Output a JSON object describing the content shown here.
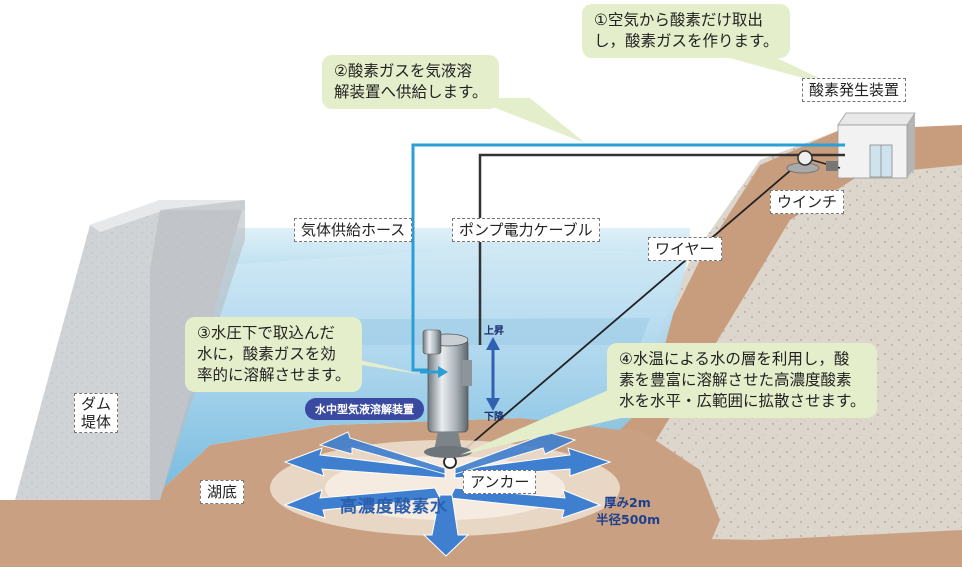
{
  "callouts": {
    "c1_line1": "①空気から酸素だけ取出",
    "c1_line2": "し，酸素ガスを作ります。",
    "c2_line1": "②酸素ガスを気液溶",
    "c2_line2": "解装置へ供給します。",
    "c3_line1": "③水圧下で取込んだ",
    "c3_line2": "水に，酸素ガスを効",
    "c3_line3": "率的に溶解させます。",
    "c4_line1": "④水温による水の層を利用し，酸",
    "c4_line2": "素を豊富に溶解させた高濃度酸素",
    "c4_line3": "水を水平・広範囲に拡散させます。"
  },
  "labels": {
    "oxygen_plant": "酸素発生装置",
    "winch": "ウインチ",
    "gas_hose": "気体供給ホース",
    "pump_cable": "ポンプ電力ケーブル",
    "wire": "ワイヤー",
    "dam_line1": "ダム",
    "dam_line2": "堤体",
    "lakebed": "湖底",
    "anchor": "アンカー",
    "device_name": "水中型気液溶解装置",
    "up": "上昇",
    "down": "下降",
    "spread_text": "高濃度酸素水",
    "thickness": "厚み2m",
    "radius": "半径500m"
  },
  "colors": {
    "water_top": "#c9e6f3",
    "water_bottom": "#5fb0d8",
    "soil": "#c49a7a",
    "gravel": "#d9d2c8",
    "concrete": "#cfd2d4",
    "callout_bg": "#e4eecb",
    "hose": "#2a9fd6",
    "cable": "#333333",
    "arrow_blue": "#3f7fcf"
  }
}
